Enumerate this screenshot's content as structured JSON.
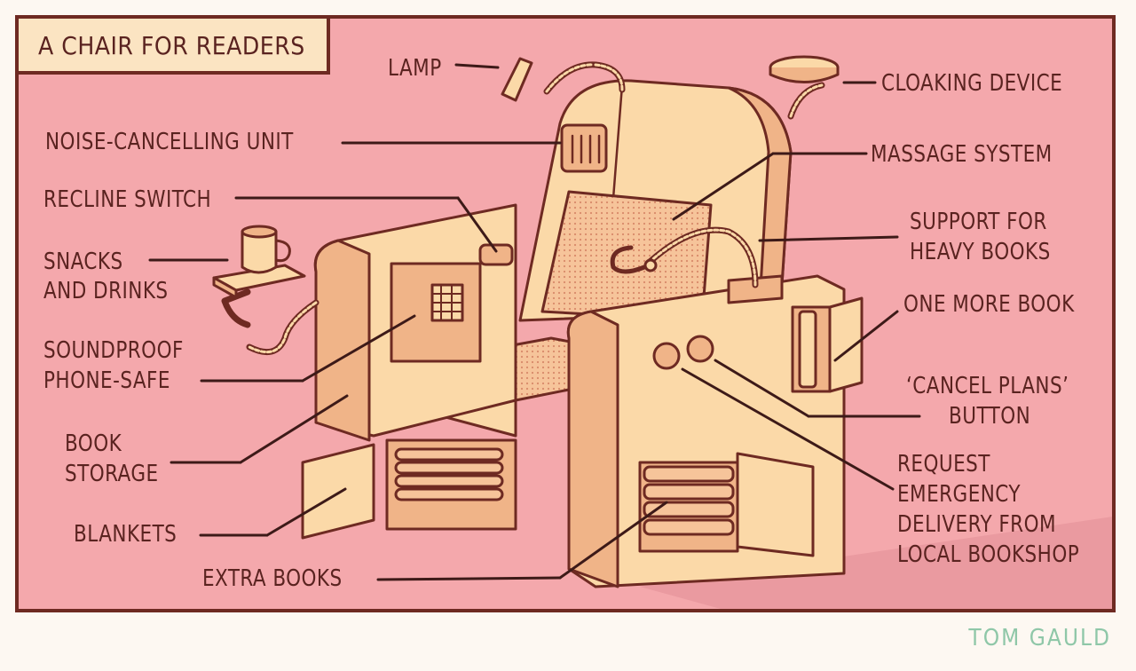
{
  "title": "A CHAIR FOR READERS",
  "signature": "TOM GAULD",
  "colors": {
    "background": "#f4a8ac",
    "chair": "#fbd9a8",
    "chair_shade": "#f0b488",
    "outline": "#6e2a22",
    "signature": "#8fc7a8"
  },
  "labels": {
    "lamp": "LAMP",
    "cloaking": "CLOAKING DEVICE",
    "noise": "NOISE-CANCELLING UNIT",
    "massage": "MASSAGE SYSTEM",
    "recline": "RECLINE SWITCH",
    "support_1": "SUPPORT FOR",
    "support_2": "HEAVY BOOKS",
    "snacks_1": "SNACKS",
    "snacks_2": "AND DRINKS",
    "one_more": "ONE MORE BOOK",
    "phone_1": "SOUNDPROOF",
    "phone_2": "PHONE-SAFE",
    "cancel_1": "‘CANCEL PLANS’",
    "cancel_2": "BUTTON",
    "book_1": "BOOK",
    "book_2": "STORAGE",
    "request_1": "REQUEST",
    "request_2": "EMERGENCY",
    "request_3": "DELIVERY FROM",
    "request_4": "LOCAL BOOKSHOP",
    "blankets": "BLANKETS",
    "extra": "EXTRA BOOKS"
  }
}
